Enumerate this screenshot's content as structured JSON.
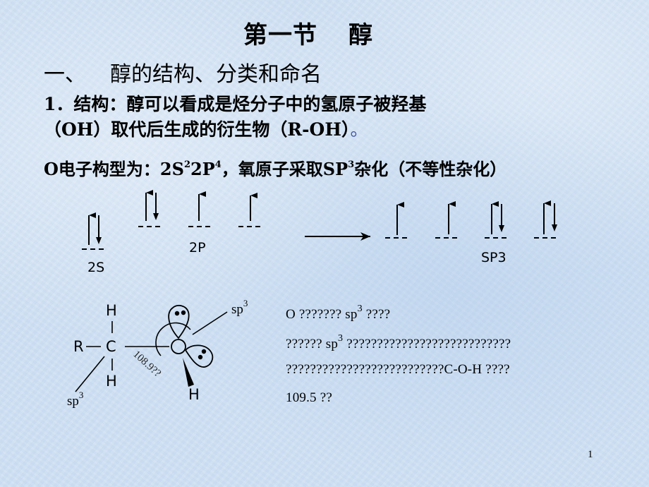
{
  "slide": {
    "title": "第一节",
    "title_word": "醇",
    "section_number": "一、",
    "section_title": "醇的结构、分类和命名",
    "para1_line1": "1．结构：醇可以看成是烃分子中的氢原子被羟基",
    "para1_line2": "（OH）取代后生成的衍生物（R-OH）",
    "para1_end_mark": "。",
    "para2": {
      "prefix": "O电子构型为：2S",
      "sup1": "2",
      "mid1": "2P",
      "sup2": "4",
      "mid2": "，氧原子采取SP",
      "sup3": "3",
      "suffix": "杂化（不等性杂化）"
    },
    "page_number": "1"
  },
  "orbital_diagram": {
    "label_2s": "2S",
    "label_2p": "2P",
    "label_sp3": "SP3",
    "ground_state": {
      "2S": "up-down",
      "2P": [
        "up-down",
        "up",
        "up"
      ]
    },
    "hybrid_state": [
      "up",
      "up",
      "up-down",
      "up-down"
    ],
    "orbital_dash": "- - -"
  },
  "molecule_diagram": {
    "atom_R": "R",
    "atom_C": "C",
    "atom_O": "O",
    "atom_H_top": "H",
    "atom_H_bottom": "H",
    "atom_H_oxygen": "H",
    "label_sp3_carbon": "sp",
    "label_sp3_oxygen": "sp",
    "superscript": "3",
    "bond_angle": "108.9??"
  },
  "notes": {
    "line1_a": "O ??????? sp",
    "line1_sup": "3",
    "line1_b": "  ????",
    "line2_a": "?????? sp",
    "line2_sup": "3",
    "line2_b": " ???????????????????????????",
    "line3": "??????????????????????????C-O-H  ????",
    "line4": "109.5 ??"
  }
}
